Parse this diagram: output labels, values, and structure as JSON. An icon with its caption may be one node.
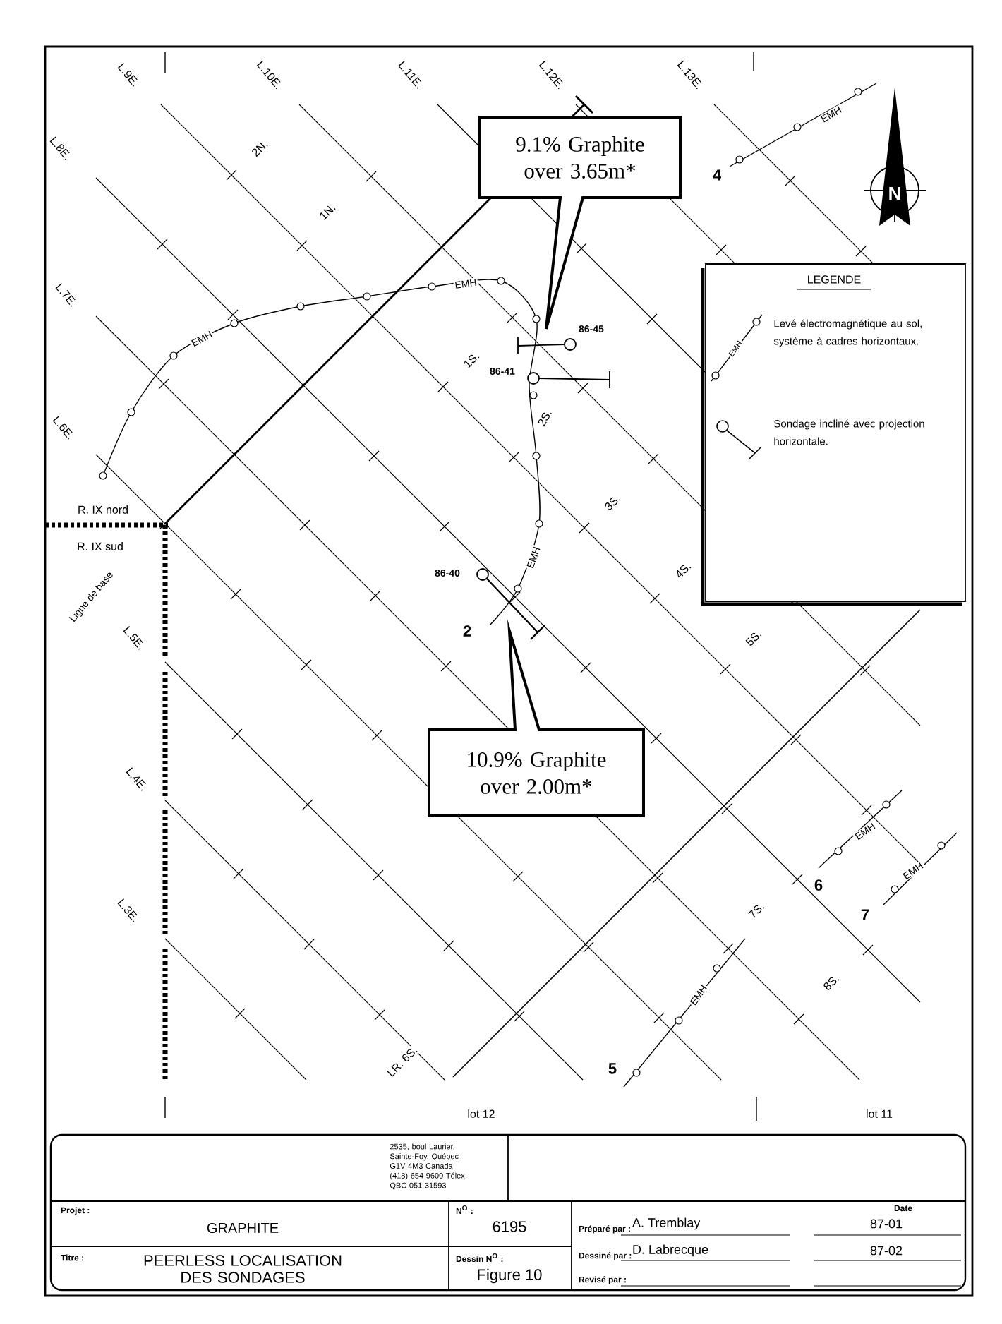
{
  "diagram": {
    "nodes": [
      {
        "text": [
          "9.1% Graphite over 3.65m*"
        ]
      },
      {
        "text": [
          "10.9% Graphite over 2.00m*"
        ]
      }
    ],
    "labels": [
      "L.9E.",
      "L.10E.",
      "L.11E.",
      "L.12E.",
      "L.13E.",
      "L.8E.",
      "2N.",
      "4",
      "EMH",
      "N",
      "1N.",
      "L.7E.",
      "EMH",
      "EMH",
      "LEGENDE",
      "EMH",
      "86-45",
      "1S.",
      "86-41",
      "2S.",
      "L.6E.",
      "3S.",
      "R. IX nord",
      "R. IX sud",
      "EMH",
      "86-40",
      "4S.",
      "Ligne de base",
      "L.5E.",
      "2",
      "5S.",
      "L.4E.",
      "EMH",
      "6",
      "EMH",
      "7",
      "L.3E.",
      "7S.",
      "8S.",
      "EMH",
      "5",
      "LR. 6S.",
      "lot 12",
      "lot 11",
      "2535, boul Laurier, Sainte-Foy, Québec G1V 4M3 Canada (418) 654 9600 Télex QBC 051 31593",
      "Projet :",
      "GRAPHITE",
      "N$^{O}$ :",
      "6195",
      "Date",
      "Préparé par :",
      "A. Tremblay",
      "87-01",
      "Titre :",
      "PEERLESS LOCALISATION DES SONDAGES",
      "Dessin N$^{O}$ :",
      "Figure 10",
      "Dessiné par :",
      "D. Labrecque",
      "87-02",
      "Revisé par :"
    ],
    "legend": [
      {
        "text": "Levé électromagnétique au sol, système à cadres horizontaux."
      },
      {
        "text": "Sondage incliné avec projection horizontale."
      }
    ]
  }
}
